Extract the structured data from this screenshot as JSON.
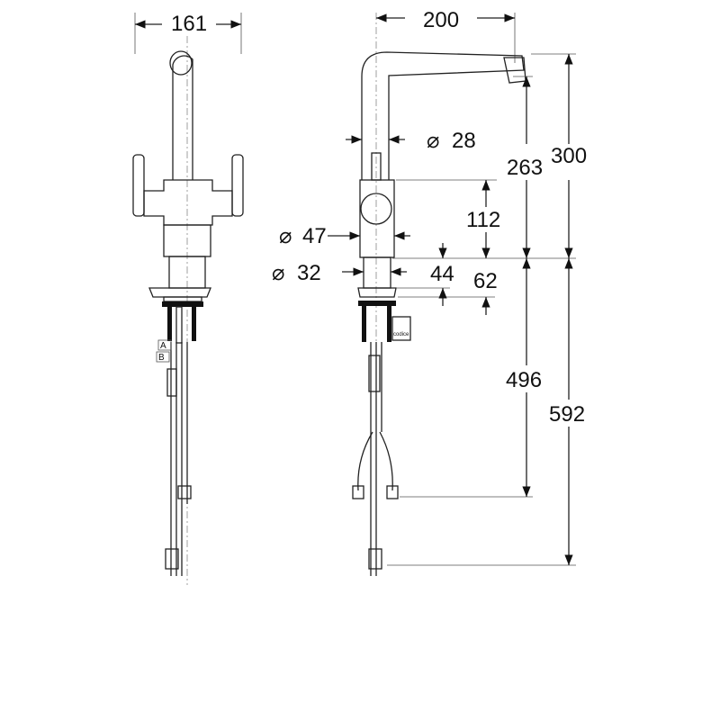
{
  "title": "Faucet dimension drawing",
  "dimensions": {
    "front_width": "161",
    "side_reach": "200",
    "spout_diameter": "28",
    "spout_height_to_outlet": "263",
    "total_height": "300",
    "body_height": "112",
    "body_diameter": "47",
    "base_diameter": "32",
    "base_height": "44",
    "base_to_body": "62",
    "hose_length_short": "496",
    "hose_length_long": "592"
  },
  "symbols": {
    "diameter": "⌀"
  },
  "labels": {
    "hose_a": "A",
    "hose_b": "B",
    "tag": "codice"
  },
  "colors": {
    "line": "#222222",
    "fill": "#111111"
  }
}
